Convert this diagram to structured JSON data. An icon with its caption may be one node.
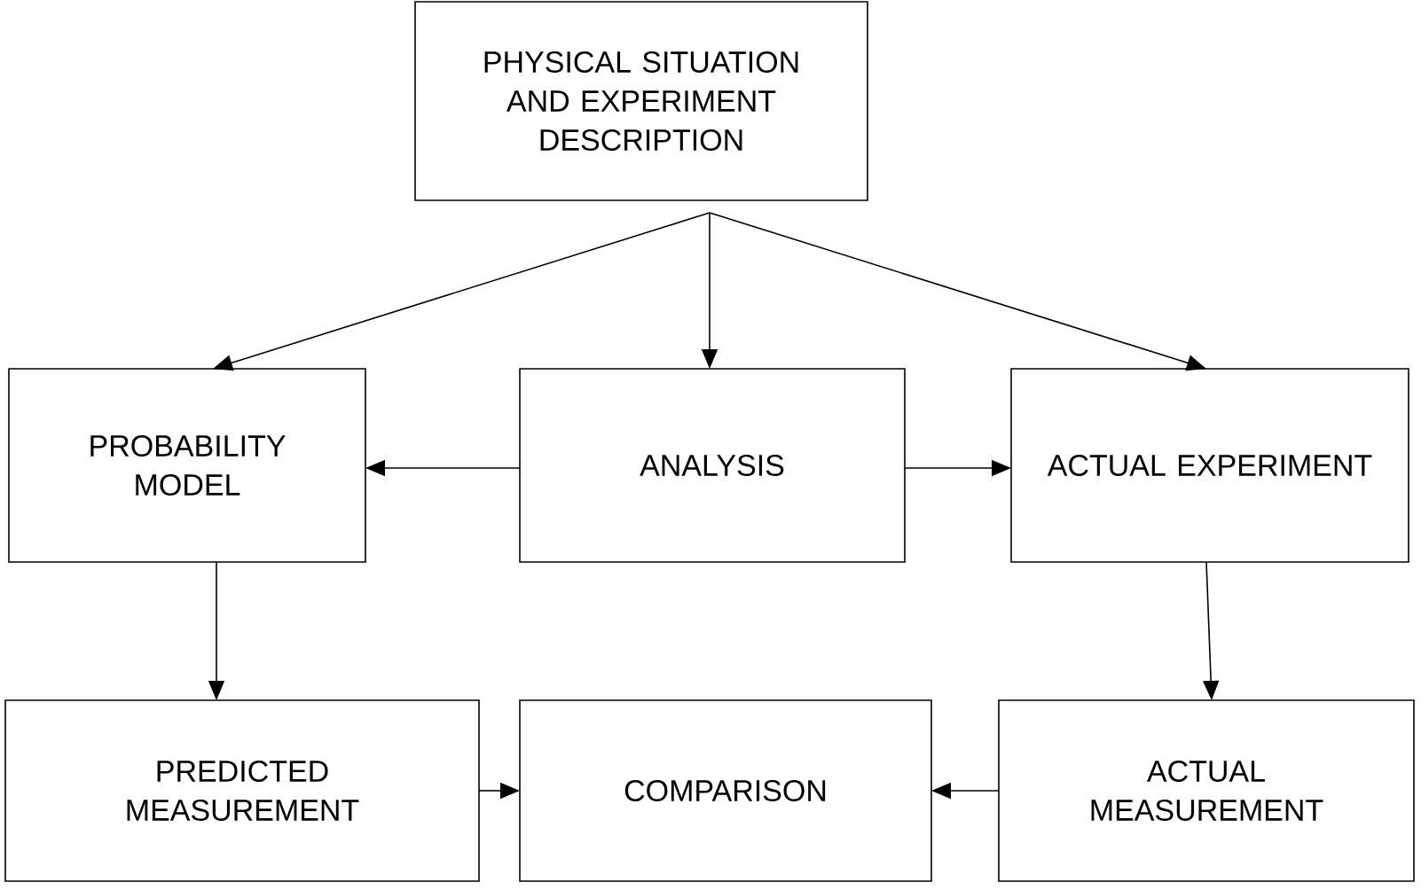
{
  "diagram": {
    "nodes": [
      {
        "text": [
          "PHYSICAL SITUATION AND EXPERIMENT DESCRIPTION"
        ]
      },
      {
        "text": [
          "PROBABILITY MODEL"
        ]
      },
      {
        "text": [
          "ANALYSIS"
        ]
      },
      {
        "text": [
          "ACTUAL EXPERIMENT"
        ]
      },
      {
        "text": [
          "PREDICTED MEASUREMENT"
        ]
      },
      {
        "text": [
          "COMPARISON"
        ]
      },
      {
        "text": [
          "ACTUAL MEASUREMENT"
        ]
      }
    ],
    "edges": [
      {
        "from": 0,
        "to": 1,
        "arrow": "to"
      },
      {
        "from": 0,
        "to": 2,
        "arrow": "to"
      },
      {
        "from": 0,
        "to": 3,
        "arrow": "to"
      },
      {
        "from": 2,
        "to": 1,
        "arrow": "to"
      },
      {
        "from": 2,
        "to": 3,
        "arrow": "to"
      },
      {
        "from": 1,
        "to": 4,
        "arrow": "to"
      },
      {
        "from": 3,
        "to": 6,
        "arrow": "to"
      },
      {
        "from": 4,
        "to": 5,
        "arrow": "to"
      },
      {
        "from": 6,
        "to": 5,
        "arrow": "to"
      }
    ]
  }
}
